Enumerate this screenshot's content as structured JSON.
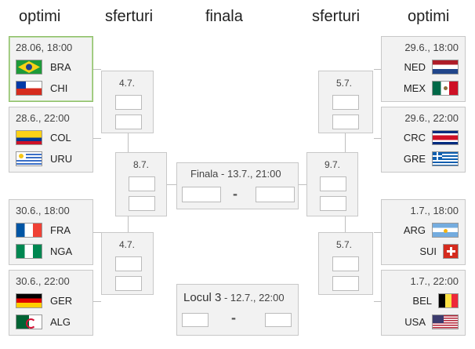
{
  "headers": {
    "optimi_left": "optimi",
    "sferturi_left": "sferturi",
    "finala": "finala",
    "sferturi_right": "sferturi",
    "optimi_right": "optimi"
  },
  "r16_left": [
    {
      "date": "28.06, 18:00",
      "team1": "BRA",
      "team2": "CHI"
    },
    {
      "date": "28.6., 22:00",
      "team1": "COL",
      "team2": "URU"
    },
    {
      "date": "30.6., 18:00",
      "team1": "FRA",
      "team2": "NGA"
    },
    {
      "date": "30.6., 22:00",
      "team1": "GER",
      "team2": "ALG"
    }
  ],
  "r16_right": [
    {
      "date": "29.6., 18:00",
      "team1": "NED",
      "team2": "MEX"
    },
    {
      "date": "29.6., 22:00",
      "team1": "CRC",
      "team2": "GRE"
    },
    {
      "date": "1.7., 18:00",
      "team1": "ARG",
      "team2": "SUI"
    },
    {
      "date": "1.7., 22:00",
      "team1": "BEL",
      "team2": "USA"
    }
  ],
  "qf": {
    "left_top": "4.7.",
    "left_bottom": "4.7.",
    "right_top": "5.7.",
    "right_bottom": "5.7."
  },
  "sf": {
    "left": "8.7.",
    "right": "9.7."
  },
  "final": {
    "label": "Finala - 13.7., 21:00",
    "dash": "-"
  },
  "third": {
    "title": "Locul 3",
    "date": " - 12.7., 22:00",
    "dash": "-"
  }
}
